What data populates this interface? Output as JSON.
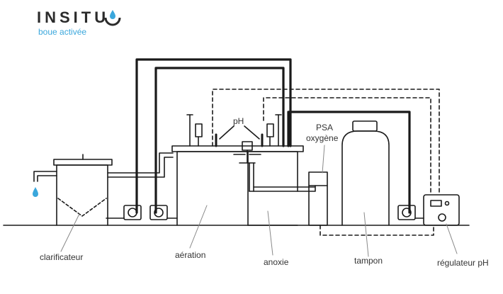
{
  "brand": {
    "name": "INSITU",
    "tagline": "boue activée",
    "accent": "#3aa7dc"
  },
  "labels": {
    "clarifier": "clarificateur",
    "aeration": "aération",
    "anoxia": "anoxie",
    "buffer": "tampon",
    "ph_regulator": "régulateur pH",
    "ph": "pH",
    "psa_line1": "PSA",
    "psa_line2": "oxygène"
  },
  "colors": {
    "line": "#1a1a1a",
    "water_drop": "#3aa7dc"
  }
}
